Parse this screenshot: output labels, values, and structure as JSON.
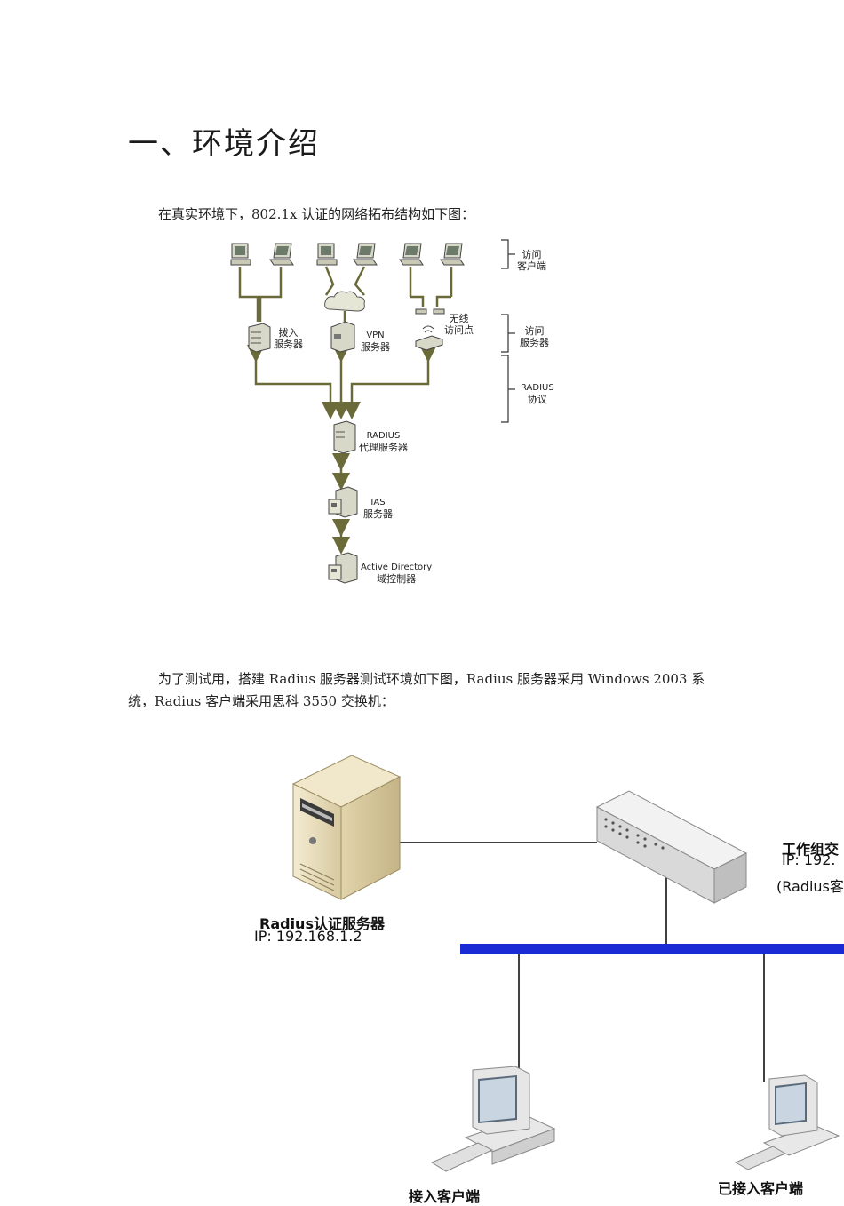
{
  "heading": "一、环境介绍",
  "paragraph1": "在真实环境下，802.1x 认证的网络拓布结构如下图：",
  "paragraph2_line1": "为了测试用，搭建 Radius 服务器测试环境如下图，Radius 服务器采用 Windows 2003 系",
  "paragraph2_line2": "统，Radius 客户端采用思科 3550 交换机：",
  "diagram1": {
    "bracket_access_clients": [
      "访问",
      "客户端"
    ],
    "bracket_access_servers": [
      "访问",
      "服务器"
    ],
    "bracket_radius_protocol": [
      "RADIUS",
      "协议"
    ],
    "dialup_server": [
      "拨入",
      "服务器"
    ],
    "vpn_server": [
      "VPN",
      "服务器"
    ],
    "wireless_ap": [
      "无线",
      "访问点"
    ],
    "radius_proxy": [
      "RADIUS",
      "代理服务器"
    ],
    "ias_server": [
      "IAS",
      "服务器"
    ],
    "ad_controller": [
      "Active Directory",
      "域控制器"
    ]
  },
  "diagram2": {
    "radius_server_name": "Radius认证服务器",
    "radius_server_ip": "IP: 192.168.1.2",
    "switch_name": "工作组交",
    "switch_ip": "IP: 192.",
    "switch_role": "(Radius客",
    "client_new": "接入客户端",
    "client_connected": "已接入客户端"
  },
  "colors": {
    "diagram1_line": "#6b6b3a",
    "lan_bus": "#1a2bd6",
    "connection_line": "#000000"
  }
}
